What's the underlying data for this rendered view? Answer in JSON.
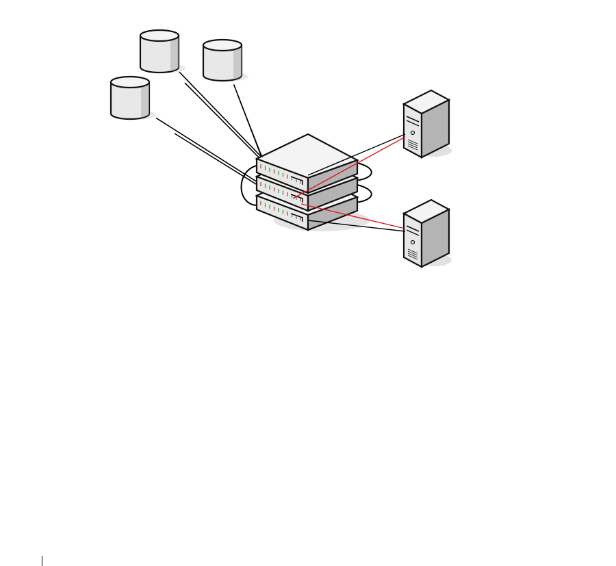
{
  "diagram": {
    "storage_count": 3,
    "switch_count": 3,
    "server_count": 2,
    "colors": {
      "cable": "#000000",
      "redundant_link": "#e0141e",
      "device_top": "#f4f4f4",
      "device_front": "#e8e8e8",
      "device_side": "#b4b4b4",
      "outline": "#111111",
      "shadow": "#d9d9d9",
      "port_led_green": "#3c8c3c",
      "port_led_red": "#c03030"
    }
  }
}
